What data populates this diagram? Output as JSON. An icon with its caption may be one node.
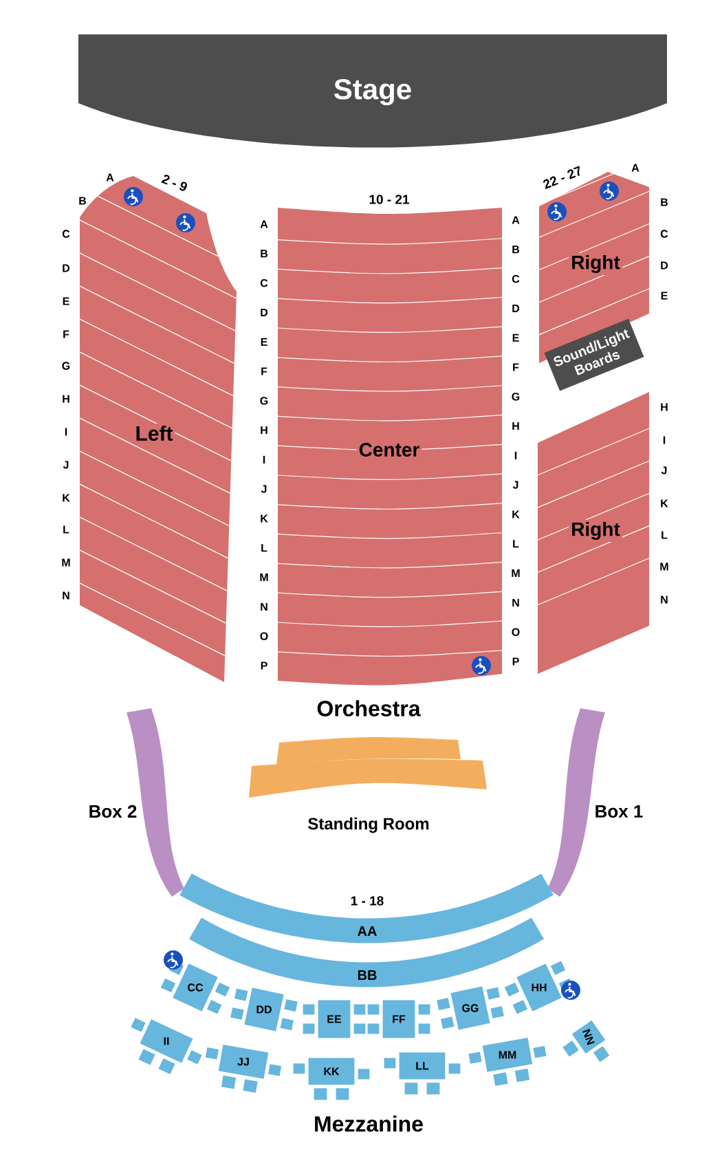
{
  "diagram": {
    "nodes": [
      {
        "text": [
          "Stage"
        ]
      },
      {
        "text": [
          "Left"
        ]
      },
      {
        "text": [
          "Center"
        ]
      },
      {
        "text": [
          "Right"
        ]
      },
      {
        "text": [
          "Sound/Light Boards"
        ]
      },
      {
        "text": [
          "Right"
        ]
      },
      {
        "text": [
          "Box 2"
        ]
      },
      {
        "text": [
          "Box 1"
        ]
      },
      {
        "text": [],
        "shape": "bar"
      },
      {
        "text": [
          "Standing Room"
        ]
      },
      {
        "text": [
          "AA"
        ]
      },
      {
        "text": [
          "BB"
        ]
      },
      {
        "text": [
          "CC"
        ]
      },
      {
        "text": [
          "DD"
        ]
      },
      {
        "text": [
          "EE"
        ]
      },
      {
        "text": [
          "FF"
        ]
      },
      {
        "text": [
          "GG"
        ]
      },
      {
        "text": [
          "HH"
        ]
      },
      {
        "text": [
          "II"
        ]
      },
      {
        "text": [
          "JJ"
        ]
      },
      {
        "text": [
          "KK"
        ]
      },
      {
        "text": [
          "LL"
        ]
      },
      {
        "text": [
          "MM"
        ]
      },
      {
        "text": [
          "NN"
        ]
      }
    ],
    "labels": [
      "A",
      "B",
      "C",
      "D",
      "E",
      "F",
      "G",
      "H",
      "I",
      "J",
      "K",
      "L",
      "M",
      "N",
      "2 - 9",
      "A",
      "B",
      "C",
      "D",
      "E",
      "F",
      "G",
      "H",
      "I",
      "J",
      "K",
      "L",
      "M",
      "N",
      "O",
      "P",
      "10 - 21",
      "A",
      "B",
      "C",
      "D",
      "E",
      "F",
      "G",
      "H",
      "I",
      "J",
      "K",
      "L",
      "M",
      "N",
      "O",
      "P",
      "22 - 27",
      "A",
      "B",
      "C",
      "D",
      "E",
      "H",
      "I",
      "J",
      "K",
      "L",
      "M",
      "N",
      "Orchestra",
      "1 - 18",
      "Mezzanine"
    ]
  }
}
